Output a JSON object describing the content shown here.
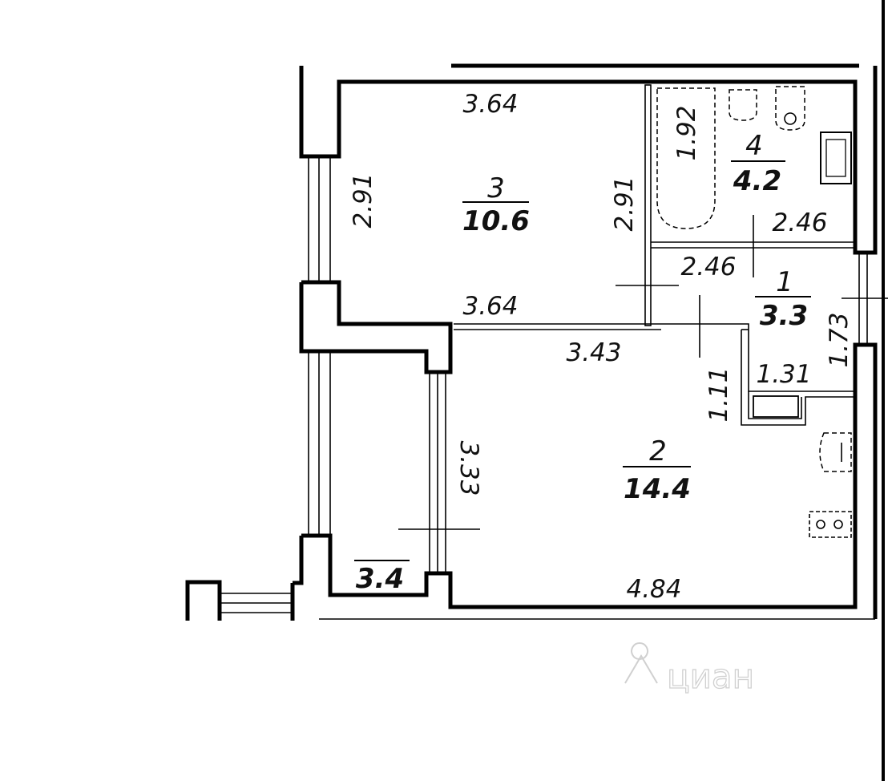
{
  "rooms": [
    {
      "number": "3",
      "area": "10.6"
    },
    {
      "number": "4",
      "area": "4.2"
    },
    {
      "number": "1",
      "area": "3.3"
    },
    {
      "number": "2",
      "area": "14.4"
    }
  ],
  "balcony": {
    "area": "3.4"
  },
  "dimensions": {
    "room3_top": "3.64",
    "room3_bottom": "3.64",
    "room3_left": "2.91",
    "room3_right": "2.91",
    "bath_height": "1.92",
    "bath_width": "2.46",
    "hall_top": "2.46",
    "hall_height": "1.73",
    "hall_lower": "1.31",
    "kitchen_top": "3.43",
    "kitchen_left": "3.33",
    "kitchen_bottom": "4.84",
    "passage": "1.11"
  },
  "watermark": {
    "text": "циан"
  }
}
